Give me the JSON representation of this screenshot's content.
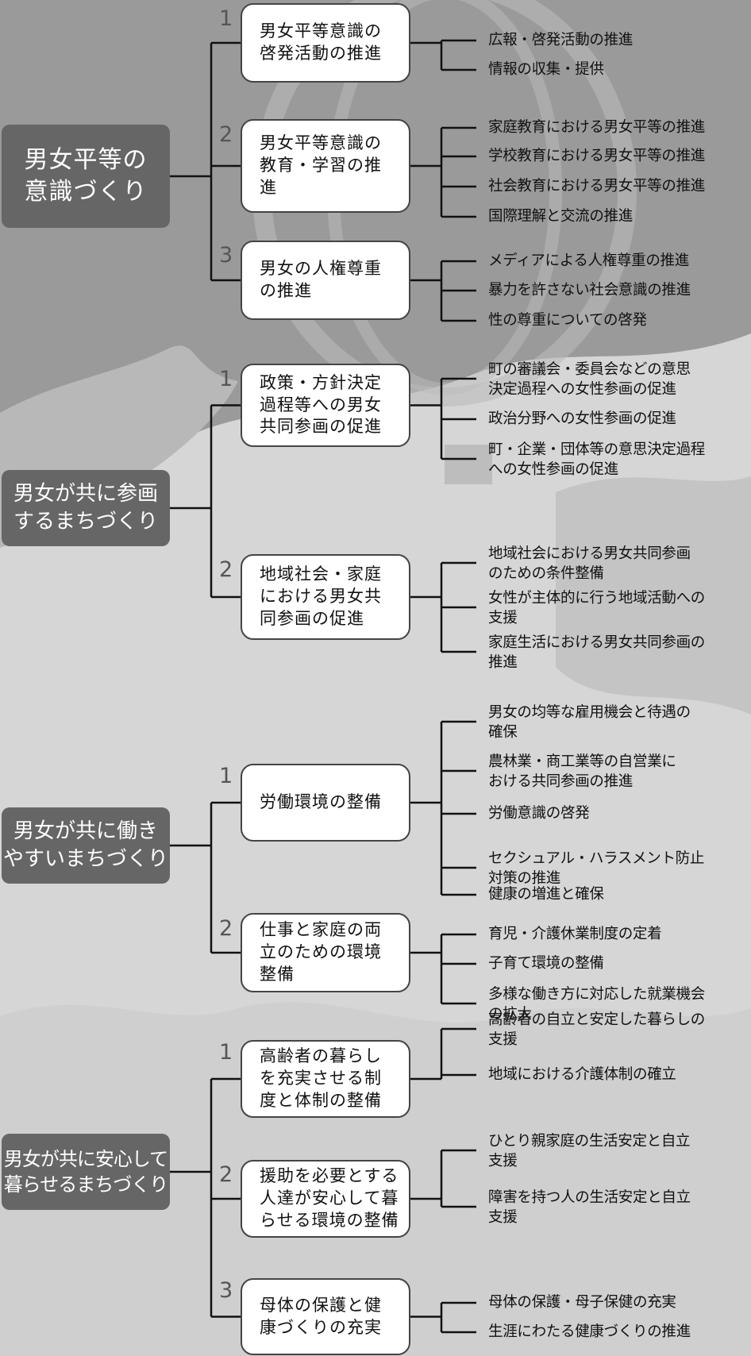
{
  "goals": [
    {
      "label": "男女平等の\n意識づくり",
      "measures": [
        {
          "num": "1",
          "label": "男女平等意識の\n啓発活動の推進",
          "items": [
            "広報・啓発活動の推進",
            "情報の収集・提供"
          ]
        },
        {
          "num": "2",
          "label": "男女平等意識の\n教育・学習の推\n進",
          "items": [
            "家庭教育における男女平等の推進",
            "学校教育における男女平等の推進",
            "社会教育における男女平等の推進",
            "国際理解と交流の推進"
          ]
        },
        {
          "num": "3",
          "label": "男女の人権尊重\nの推進",
          "items": [
            "メディアによる人権尊重の推進",
            "暴力を許さない社会意識の推進",
            "性の尊重についての啓発"
          ]
        }
      ]
    },
    {
      "label": "男女が共に参画\nするまちづくり",
      "measures": [
        {
          "num": "1",
          "label": "政策・方針決定\n過程等への男女\n共同参画の促進",
          "items": [
            "町の審議会・委員会などの意思\n決定過程への女性参画の促進",
            "政治分野への女性参画の促進",
            "町・企業・団体等の意思決定過程\nへの女性参画の促進"
          ]
        },
        {
          "num": "2",
          "label": "地域社会・家庭\nにおける男女共\n同参画の促進",
          "items": [
            "地域社会における男女共同参画\nのための条件整備",
            "女性が主体的に行う地域活動への\n支援",
            "家庭生活における男女共同参画の\n推進"
          ]
        }
      ]
    },
    {
      "label": "男女が共に働き\nやすいまちづくり",
      "measures": [
        {
          "num": "1",
          "label": "労働環境の整備",
          "items": [
            "男女の均等な雇用機会と待遇の\n確保",
            "農林業・商工業等の自営業に\nおける共同参画の推進",
            "労働意識の啓発",
            "セクシュアル・ハラスメント防止\n対策の推進",
            "健康の増進と確保"
          ]
        },
        {
          "num": "2",
          "label": "仕事と家庭の両\n立のための環境\n整備",
          "items": [
            "育児・介護休業制度の定着",
            "子育て環境の整備",
            "多様な働き方に対応した就業機会\nの拡大"
          ]
        }
      ]
    },
    {
      "label": "男女が共に安心して\n暮らせるまちづくり",
      "measures": [
        {
          "num": "1",
          "label": "高齢者の暮らし\nを充実させる制\n度と体制の整備",
          "items": [
            "高齢者の自立と安定した暮らしの\n支援",
            "地域における介護体制の確立"
          ]
        },
        {
          "num": "2",
          "label": "援助を必要とする\n人達が安心して暮\nらせる環境の整備",
          "items": [
            "ひとり親家庭の生活安定と自立\n支援",
            "障害を持つ人の生活安定と自立\n支援"
          ]
        },
        {
          "num": "3",
          "label": "母体の保護と健\n康づくりの充実",
          "items": [
            "母体の保護・母子保健の充実",
            "生涯にわたる健康づくりの推進"
          ]
        }
      ]
    }
  ]
}
